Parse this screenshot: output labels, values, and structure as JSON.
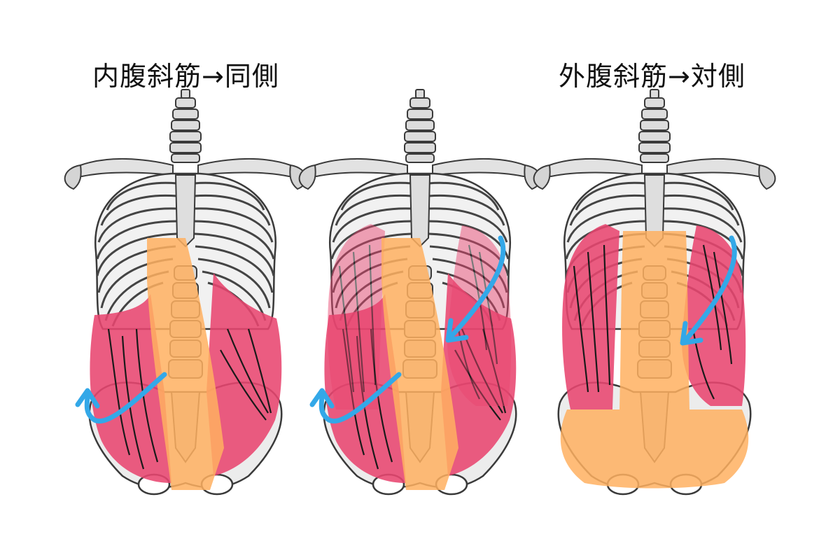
{
  "captions": {
    "left": "内腹斜筋→同側",
    "right": "外腹斜筋→対側"
  },
  "colors": {
    "background": "#ffffff",
    "bone_line": "#3a3a3a",
    "bone_fill": "#e9e9e9",
    "oblique_muscle": "#e8456f",
    "rectus_band": "#ffb060",
    "arrow": "#33a8e8",
    "fiber_line": "#1a1a1a"
  },
  "figures": [
    {
      "id": "internal-oblique",
      "arrow_direction": "up-left"
    },
    {
      "id": "combined",
      "arrow_direction": "both"
    },
    {
      "id": "external-oblique",
      "arrow_direction": "down-left"
    }
  ]
}
